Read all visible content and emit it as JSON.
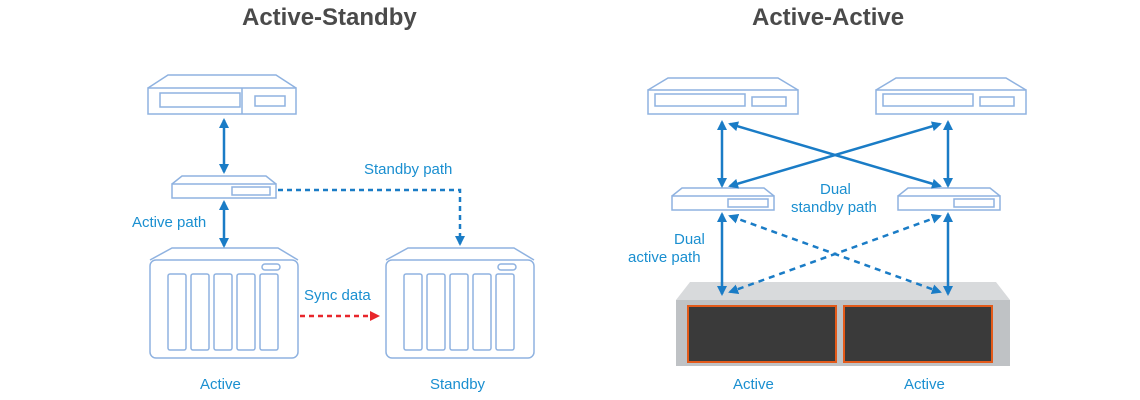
{
  "left": {
    "title": "Active-Standby",
    "labels": {
      "active_path": "Active path",
      "standby_path": "Standby path",
      "sync_data": "Sync data",
      "active": "Active",
      "standby": "Standby"
    }
  },
  "right": {
    "title": "Active-Active",
    "labels": {
      "dual_standby_1": "Dual",
      "dual_standby_2": "standby path",
      "dual_active_1": "Dual",
      "dual_active_2": "active path",
      "active_a": "Active",
      "active_b": "Active"
    }
  },
  "colors": {
    "line": "#1a7cc6",
    "outline": "#8fb2e0",
    "sync": "#e8262b",
    "text": "#1a8fd0"
  }
}
